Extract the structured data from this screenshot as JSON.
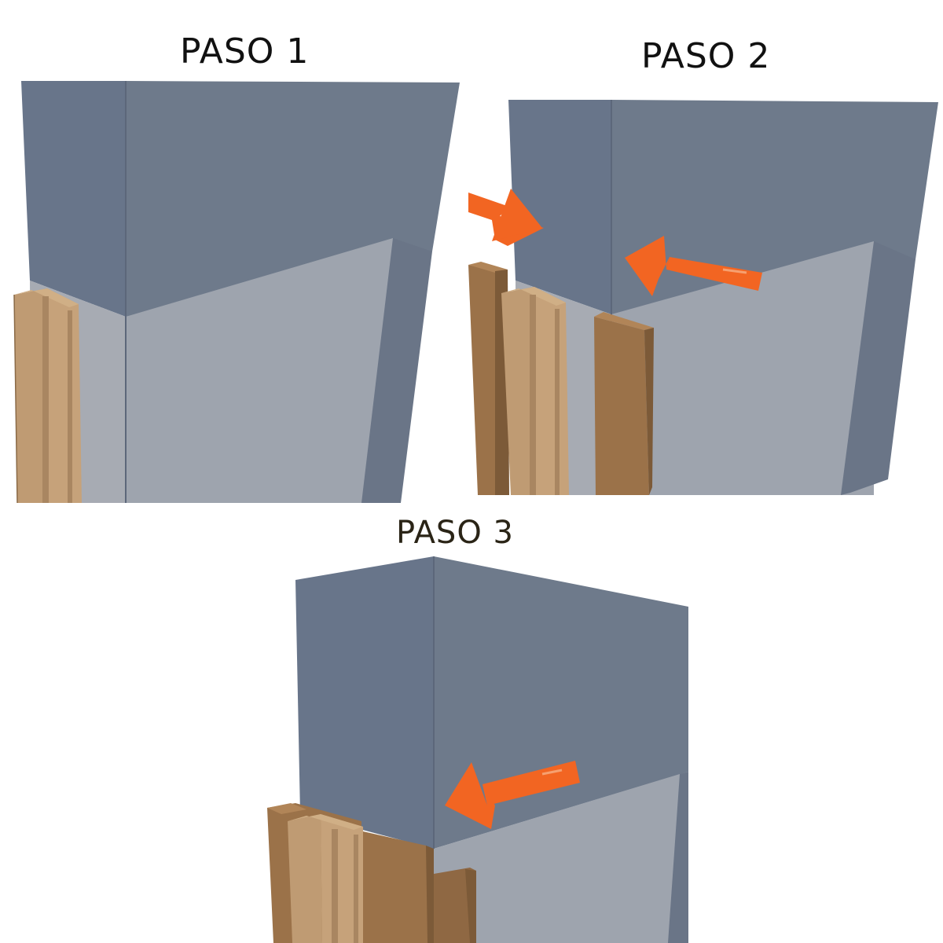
{
  "steps": [
    {
      "title": "PASO 1"
    },
    {
      "title": "PASO 2"
    },
    {
      "title": "PASO 3"
    }
  ],
  "colors": {
    "wall_top_front": "#6e7a8b",
    "wall_top_side": "#68758a",
    "wall_lower": "#9ea4ae",
    "wall_lower_side": "#a7abb3",
    "wall_right_edge": "#6a7587",
    "jamb_wood": "#bf9b73",
    "jamb_groove": "#a98661",
    "jamb_highlight": "#d0af86",
    "trim_wood": "#9b7249",
    "trim_wood_dark": "#7c5a38",
    "arrow_orange": "#f26522"
  }
}
